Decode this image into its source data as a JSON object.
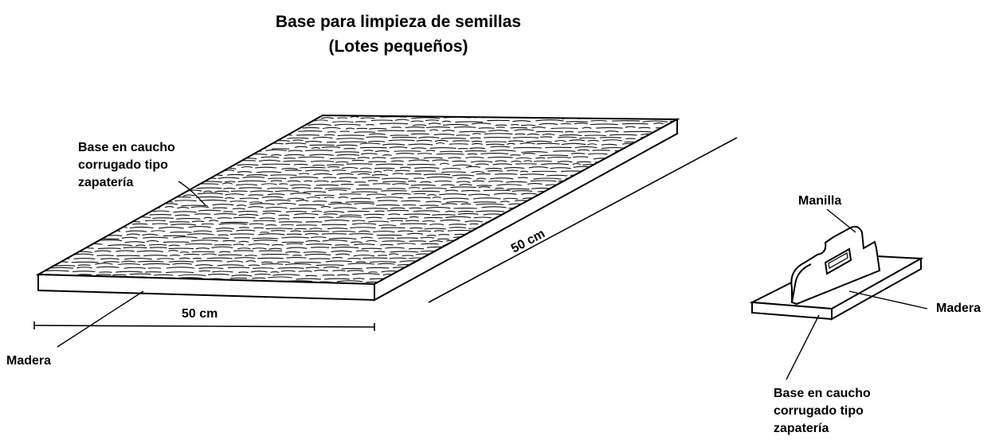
{
  "title": {
    "line1": "Base para limpieza de semillas",
    "line2": "(Lotes pequeños)"
  },
  "board": {
    "rubber_label": [
      "Base en caucho",
      "corrugado tipo",
      "zapatería"
    ],
    "wood_label": "Madera",
    "width_dimension": "50 cm",
    "length_dimension": "50 cm"
  },
  "tool": {
    "handle_label": "Manilla",
    "wood_label": "Madera",
    "rubber_label": [
      "Base en caucho",
      "corrugado tipo",
      "zapatería"
    ]
  }
}
